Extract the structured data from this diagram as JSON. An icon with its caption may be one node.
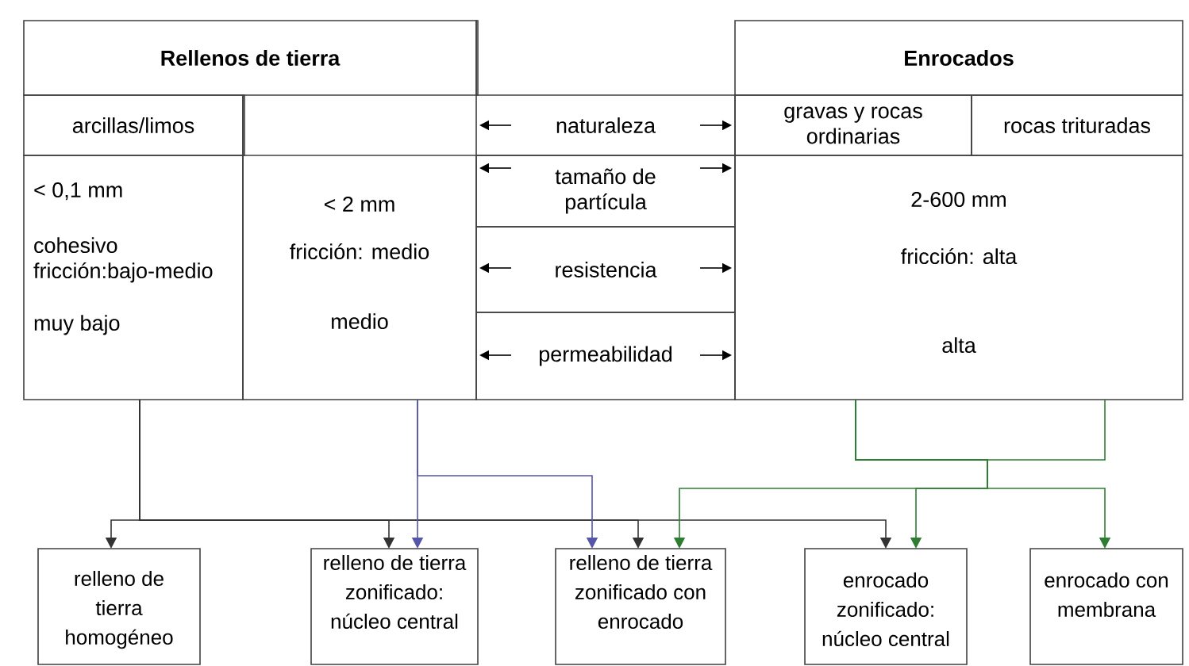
{
  "diagram": {
    "nodes": [
      {
        "text": [
          "Rellenos de tierra"
        ]
      },
      {
        "text": [],
        "shape": "box"
      },
      {
        "text": [
          "Enrocados"
        ]
      },
      {
        "text": [
          "arcillas/limos"
        ]
      },
      {
        "text": [],
        "shape": "box"
      },
      {
        "text": [
          "naturaleza"
        ]
      },
      {
        "text": [
          "gravas y rocas ordinarias"
        ]
      },
      {
        "text": [
          "rocas trituradas"
        ]
      },
      {
        "text": [
          "< 0,1 mm",
          "cohesivo fricción:bajo-medio",
          "muy bajo"
        ]
      },
      {
        "text": [
          "< 2 mm",
          "fricción: medio",
          "medio"
        ]
      },
      {
        "text": [
          "tamaño de partícula"
        ]
      },
      {
        "text": [
          "resistencia"
        ]
      },
      {
        "text": [
          "permeabilidad"
        ]
      },
      {
        "text": [
          "2-600 mm",
          "fricción: alta",
          "alta"
        ]
      },
      {
        "text": [
          "relleno de tierra homogéneo"
        ]
      },
      {
        "text": [
          "relleno de tierra zonificado: núcleo central"
        ]
      },
      {
        "text": [
          "relleno de tierra zonificado con enrocado"
        ]
      },
      {
        "text": [
          "enrocado zonificado: núcleo central"
        ]
      },
      {
        "text": [
          "enrocado con membrana"
        ]
      }
    ],
    "edges": [
      {
        "from": 8,
        "to": 14,
        "arrow": "to"
      },
      {
        "from": 8,
        "to": 15,
        "arrow": "to"
      },
      {
        "from": 8,
        "to": 16,
        "arrow": "to"
      },
      {
        "from": 8,
        "to": 17,
        "arrow": "to"
      },
      {
        "from": 9,
        "to": 15,
        "arrow": "to",
        "color": "#5555aa"
      },
      {
        "from": 9,
        "to": 16,
        "arrow": "to",
        "color": "#5555aa"
      },
      {
        "from": 13,
        "to": 16,
        "arrow": "to",
        "color": "#2e7d32"
      },
      {
        "from": 13,
        "to": 17,
        "arrow": "to",
        "color": "#2e7d32"
      },
      {
        "from": 13,
        "to": 18,
        "arrow": "to",
        "color": "#2e7d32"
      }
    ]
  }
}
